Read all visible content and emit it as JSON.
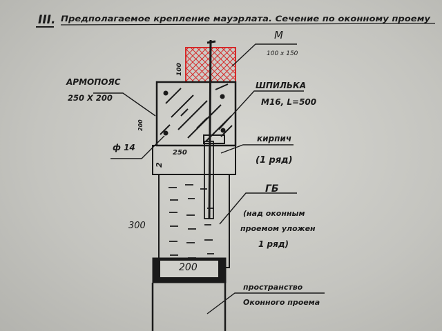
{
  "header": {
    "number": "III.",
    "title": "Предполагаемое крепление мауэрлата. Сечение по оконному проему"
  },
  "labels": {
    "m": "М",
    "m_size": "100 х 150",
    "m_side": "100",
    "armopoyas": "АРМОПОЯС",
    "armopoyas_size": "250 Х 200",
    "armo_height": "200",
    "armo_width": "250",
    "rebar": "ф 14",
    "brick_marker": "2",
    "shpilka": "ШПИЛЬКА",
    "shpilka_spec": "М16, L=500",
    "kirpich": "кирпич",
    "kirpich_rows": "(1 ряд)",
    "gb": "ГБ",
    "gb_note_1": "(над оконным",
    "gb_note_2": "проемом уложен",
    "gb_note_3": "1 ряд)",
    "gb_height": "300",
    "gb_width": "200",
    "window_1": "пространство",
    "window_2": "Оконного проема"
  },
  "colors": {
    "ink": "#1a1a1a",
    "beam_red": "#d62a2a",
    "paper": "#cfcfca"
  }
}
